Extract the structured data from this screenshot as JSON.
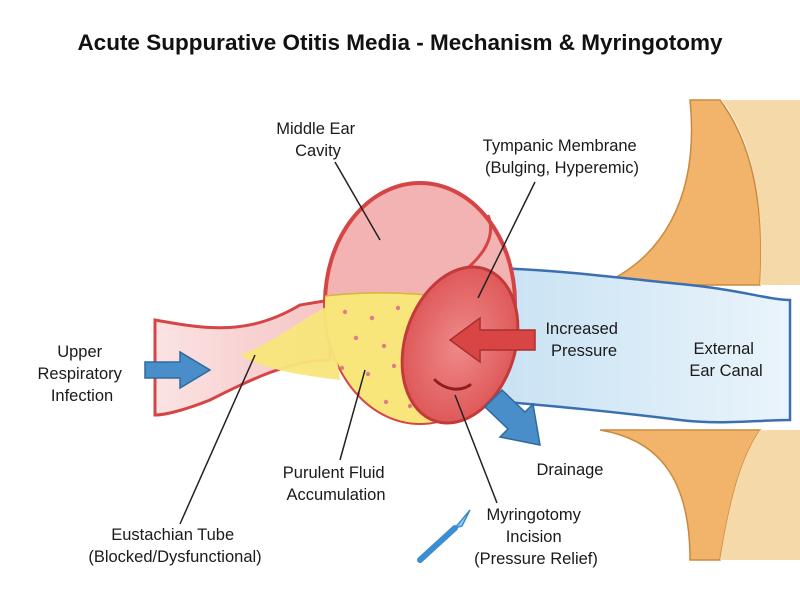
{
  "title": "Acute Suppurative Otitis Media - Mechanism & Myringotomy",
  "labels": {
    "middle_ear": [
      "Middle Ear",
      "Cavity"
    ],
    "tympanic": [
      "Tympanic Membrane",
      "(Bulging, Hyperemic)"
    ],
    "upper_resp": [
      "Upper",
      "Respiratory",
      "Infection"
    ],
    "pressure": [
      "Increased",
      "Pressure"
    ],
    "canal": [
      "External",
      "Ear Canal"
    ],
    "drainage": [
      "Drainage"
    ],
    "fluid": [
      "Purulent Fluid",
      "Accumulation"
    ],
    "myringotomy": [
      "Myringotomy",
      "Incision",
      "(Pressure Relief)"
    ],
    "eustachian": [
      "Eustachian Tube",
      "(Blocked/Dysfunctional)"
    ]
  },
  "colors": {
    "tissue_outline": "#d64545",
    "cavity_fill": "#f4b3b3",
    "fluid_fill": "#f8e67a",
    "fluid_dots": "#e07b8a",
    "canal_fill": "#d3e8f5",
    "canal_outline": "#3b6fb0",
    "skin_orange": "#f2b36a",
    "skin_tan": "#f6d9a8",
    "arrow_blue": "#4a8ec9",
    "arrow_red": "#d94545",
    "tube_fill": "#f6c4c4"
  },
  "icons": {
    "scalpel": "scalpel-icon"
  }
}
